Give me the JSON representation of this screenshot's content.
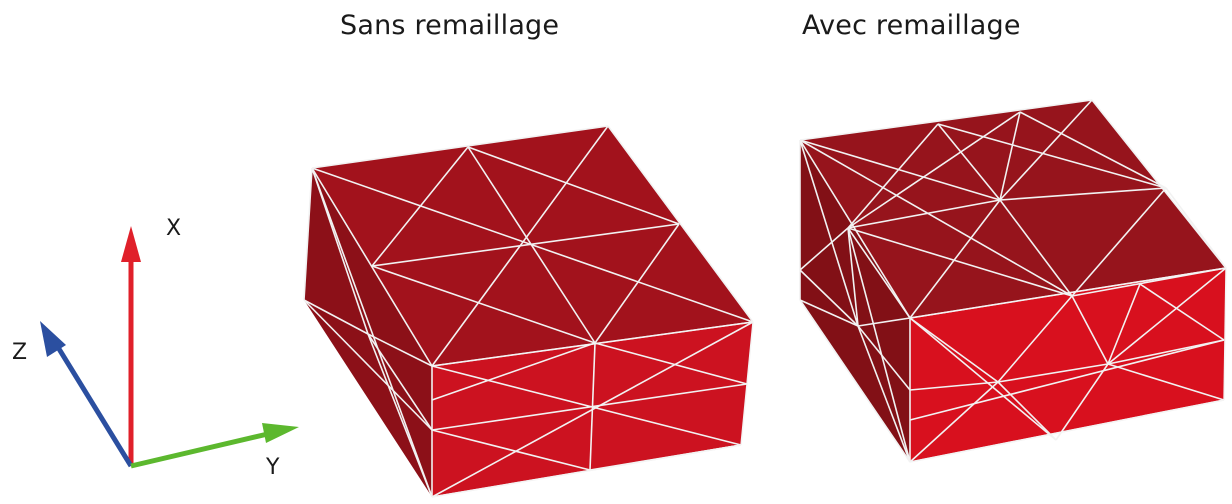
{
  "titles": {
    "left": "Sans remaillage",
    "right": "Avec remaillage"
  },
  "axes": {
    "x": {
      "label": "X",
      "color": "#e0202a"
    },
    "y": {
      "label": "Y",
      "color": "#5cb82e"
    },
    "z": {
      "label": "Z",
      "color": "#2b4fa0"
    }
  },
  "colors": {
    "top_face": "#a2121c",
    "front_face": "#cc1220",
    "side_face": "#8c1018",
    "right_box_top": "#96141c",
    "right_box_front": "#d8101e",
    "right_box_side": "#821016",
    "mesh_lines": "#f2f2f2"
  }
}
